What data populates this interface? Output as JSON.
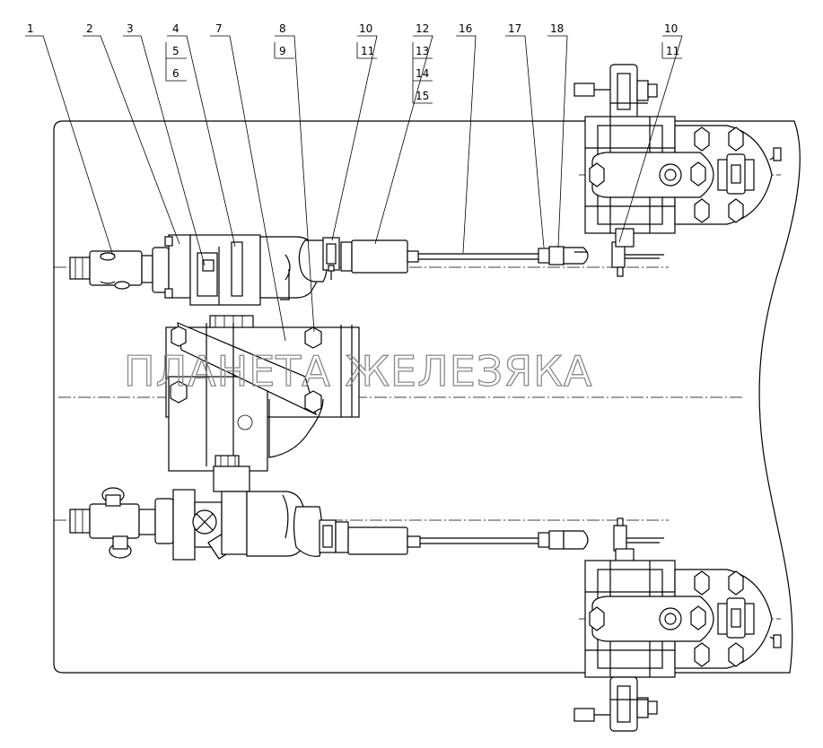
{
  "watermark": "ПЛАНЕТА ЖЕЛЕЗЯКА",
  "callouts": {
    "c1": "1",
    "c2": "2",
    "c3": "3",
    "c4": "4",
    "c5": "5",
    "c6": "6",
    "c7": "7",
    "c8": "8",
    "c9": "9",
    "c10": "10",
    "c11": "11",
    "c12": "12",
    "c13": "13",
    "c14": "14",
    "c15": "15",
    "c16": "16",
    "c17": "17",
    "c18": "18",
    "c10b": "10",
    "c11b": "11"
  }
}
